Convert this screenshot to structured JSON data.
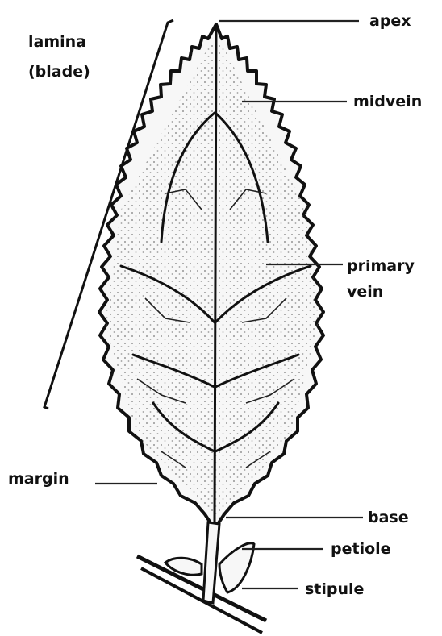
{
  "labels": {
    "lamina_line1": "lamina",
    "lamina_line2": "(blade)",
    "apex": "apex",
    "midvein": "midvein",
    "primary_vein_line1": "primary",
    "primary_vein_line2": "vein",
    "margin": "margin",
    "base": "base",
    "petiole": "petiole",
    "stipule": "stipule"
  }
}
